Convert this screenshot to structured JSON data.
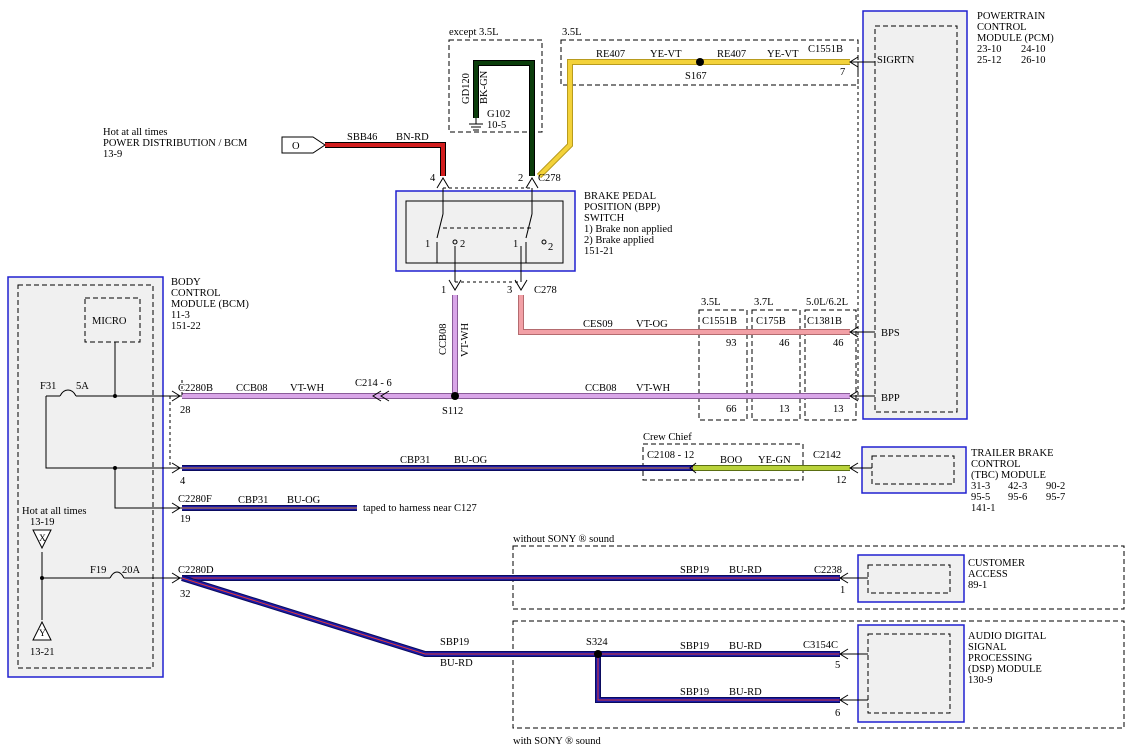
{
  "pcm": {
    "title_lines": [
      "POWERTRAIN",
      "CONTROL",
      "MODULE (PCM)"
    ],
    "refs": [
      "23-10",
      "24-10",
      "25-12",
      "26-10"
    ],
    "pins": {
      "sigrtn": "SIGRTN",
      "bps": "BPS",
      "bpp": "BPP"
    }
  },
  "bcm": {
    "title_lines": [
      "BODY",
      "CONTROL",
      "MODULE (BCM)",
      "11-3",
      "151-22"
    ],
    "micro": "MICRO",
    "fuse_f31": "F31",
    "fuse_f31_amp": "5A",
    "fuse_f19": "F19",
    "fuse_f19_amp": "20A",
    "hot": "Hot at all times",
    "hot_ref_top": "13-19",
    "hot_ref_bottom": "13-21",
    "term_x": "X",
    "term_y": "Y",
    "c2280b": "C2280B",
    "c2280b_pin": "28",
    "c2280b_pin4": "4",
    "c2280f": "C2280F",
    "c2280f_pin": "19",
    "c2280d": "C2280D",
    "c2280d_pin": "32"
  },
  "power": {
    "hot": "Hot at all times",
    "label": "POWER DISTRIBUTION / BCM",
    "ref": "13-9",
    "terminal": "O",
    "circuit": "SBB46",
    "color": "BN-RD"
  },
  "ground": {
    "region": "except 3.5L",
    "circuit": "GD120",
    "color": "BK-GN",
    "name": "G102",
    "ref": "10-5"
  },
  "bpp_switch": {
    "title_lines": [
      "BRAKE PEDAL",
      "POSITION (BPP)",
      "SWITCH",
      "1) Brake non applied",
      "2) Brake applied",
      "151-21"
    ],
    "pin4": "4",
    "pin2": "2",
    "pin1": "1",
    "pin3": "3",
    "c278_top": "C278",
    "c278_bottom": "C278",
    "sw_a1": "1",
    "sw_a2": "2",
    "sw_b1": "1",
    "sw_b2": "2"
  },
  "re407": {
    "region": "3.5L",
    "circuit_a": "RE407",
    "color_a": "YE-VT",
    "circuit_b": "RE407",
    "color_b": "YE-VT",
    "splice": "S167",
    "connector": "C1551B",
    "pin": "7"
  },
  "ces09": {
    "circuit": "CES09",
    "color": "VT-OG",
    "variants": [
      {
        "engine": "3.5L",
        "connector": "C1551B",
        "pin_bps": "93",
        "pin_bpp": "66"
      },
      {
        "engine": "3.7L",
        "connector": "C175B",
        "pin_bps": "46",
        "pin_bpp": "13"
      },
      {
        "engine": "5.0L/6.2L",
        "connector": "C1381B",
        "pin_bps": "46",
        "pin_bpp": "13"
      }
    ]
  },
  "ccb08": {
    "vertical_circuit": "CCB08",
    "vertical_color": "VT-WH",
    "left_circuit": "CCB08",
    "left_color": "VT-WH",
    "right_circuit": "CCB08",
    "right_color": "VT-WH",
    "inline": "C214 - 6",
    "splice": "S112"
  },
  "cbp31": {
    "circuit": "CBP31",
    "color": "BU-OG",
    "crew_chief": "Crew Chief",
    "c2108": "C2108 - 12",
    "boo_circuit": "BOO",
    "boo_color": "YE-GN",
    "c2142": "C2142",
    "c2142_pin": "12",
    "f_circuit": "CBP31",
    "f_color": "BU-OG",
    "taped_note": "taped to harness near C127"
  },
  "tbc": {
    "title_lines": [
      "TRAILER BRAKE",
      "CONTROL",
      "(TBC) MODULE"
    ],
    "refs": [
      "31-3",
      "42-3",
      "90-2",
      "95-5",
      "95-6",
      "95-7",
      "141-1"
    ]
  },
  "sbp19": {
    "without_sony": "without SONY ® sound",
    "with_sony": "with SONY ® sound",
    "top_circuit": "SBP19",
    "top_color": "BU-RD",
    "c2238": "C2238",
    "c2238_pin": "1",
    "diag_circuit": "SBP19",
    "diag_color": "BU-RD",
    "splice": "S324",
    "dsp_circuit_a": "SBP19",
    "dsp_color_a": "BU-RD",
    "dsp_circuit_b": "SBP19",
    "dsp_color_b": "BU-RD",
    "c3154c": "C3154C",
    "pin5": "5",
    "pin6": "6"
  },
  "customer_access": {
    "title_lines": [
      "CUSTOMER",
      "ACCESS",
      "89-1"
    ]
  },
  "dsp": {
    "title_lines": [
      "AUDIO DIGITAL",
      "SIGNAL",
      "PROCESSING",
      "(DSP) MODULE",
      "130-9"
    ]
  },
  "colors": {
    "module_border": "#2020d0",
    "module_fill": "#f0f0f0",
    "red": "#d11d1d",
    "green_dark": "#0b3d0b",
    "yellow": "#f3d23a",
    "pink": "#f2a0a6",
    "violet": "#d9a6e8",
    "blue": "#1a1aa8",
    "yellow_green": "#b9d23a"
  }
}
